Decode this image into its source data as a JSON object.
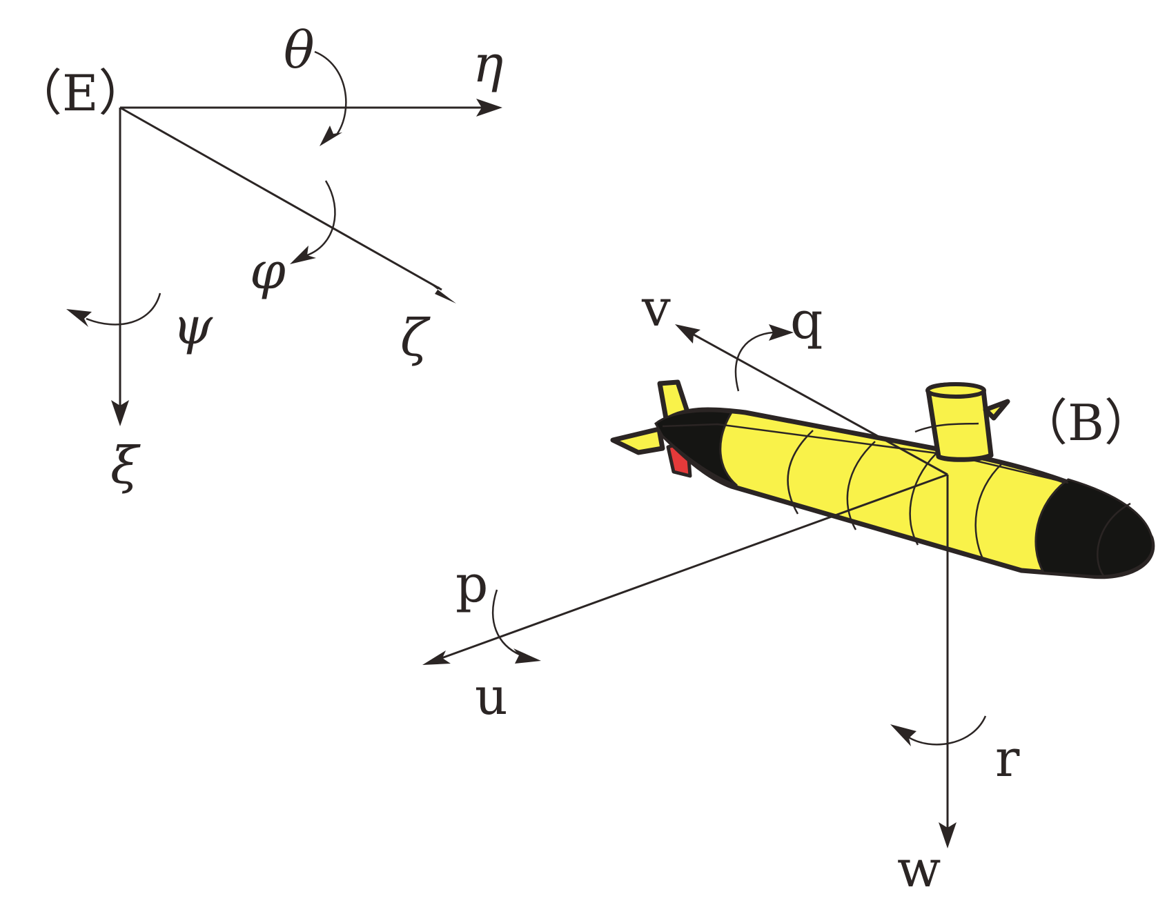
{
  "earth_frame": {
    "label": "（E）",
    "axes": {
      "x": "ξ",
      "y": "η",
      "z": "ζ"
    },
    "angles": {
      "roll": "φ",
      "pitch": "θ",
      "yaw": "ψ"
    }
  },
  "body_frame": {
    "label": "（B）",
    "velocities": {
      "surge": "u",
      "sway": "v",
      "heave": "w"
    },
    "rates": {
      "roll": "p",
      "pitch": "q",
      "yaw": "r"
    }
  },
  "colors": {
    "ink": "#2b2524",
    "hull": "#f9f24a",
    "nose_and_tail": "#151513",
    "rudder": "#e43a3a"
  }
}
